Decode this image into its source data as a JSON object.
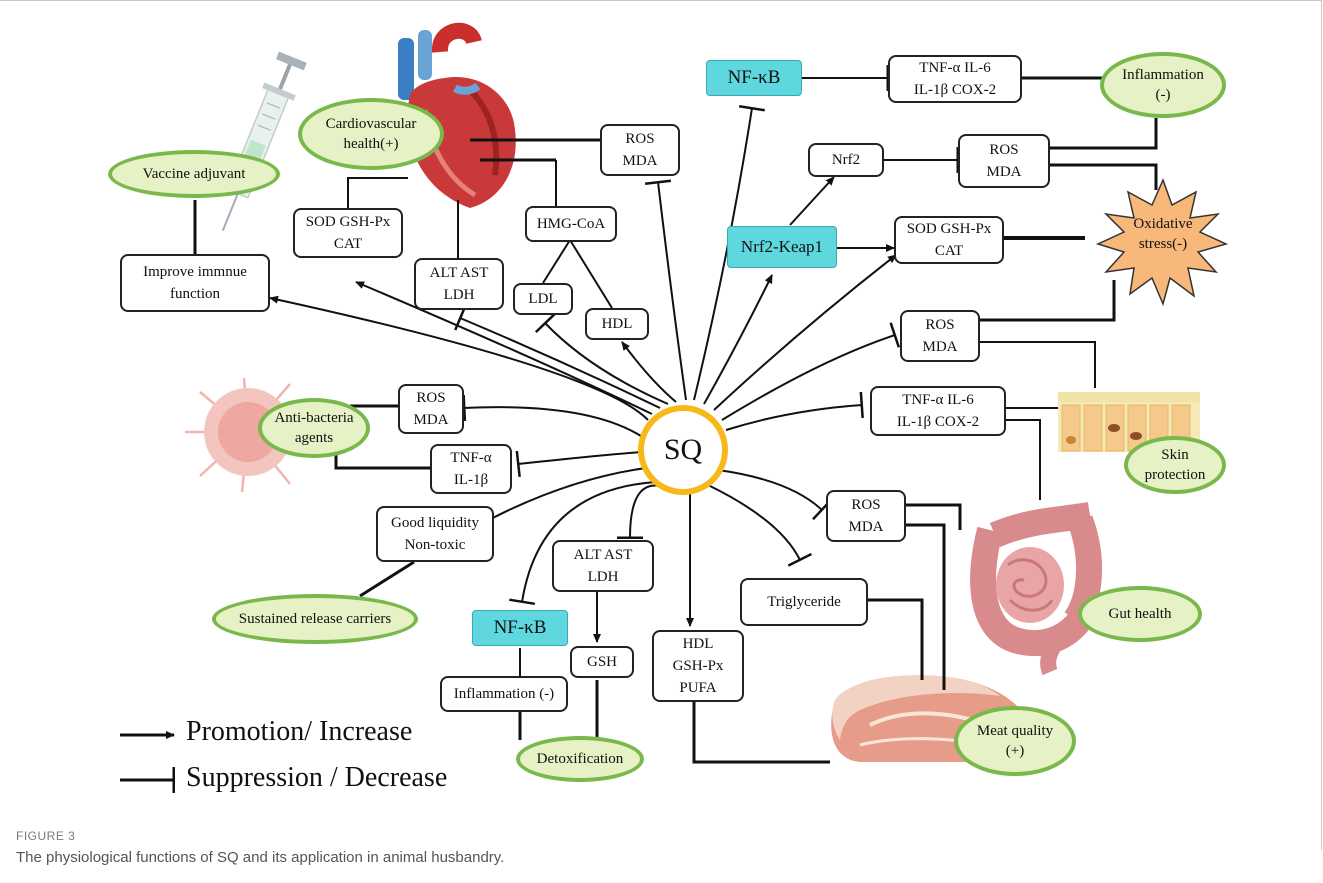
{
  "center": "SQ",
  "boxes": {
    "nfkb_top": "NF-κB",
    "tnf_top_line1": "TNF-α    IL-6",
    "tnf_top_line2": "IL-1β    COX-2",
    "ros_top": [
      "ROS",
      "MDA"
    ],
    "nrf2": "Nrf2",
    "ros_right": [
      "ROS",
      "MDA"
    ],
    "nrf2_keap1": "Nrf2-Keap1",
    "sod_right": [
      "SOD GSH-Px",
      "CAT"
    ],
    "ros_mid_right": [
      "ROS",
      "MDA"
    ],
    "tnf_mid_line1": "TNF-α    IL-6",
    "tnf_mid_line2": "IL-1β    COX-2",
    "hmg": "HMG-CoA",
    "sod_left": [
      "SOD GSH-Px",
      "CAT"
    ],
    "alt_top": [
      "ALT AST",
      "LDH"
    ],
    "ldl": "LDL",
    "hdl": "HDL",
    "improve": [
      "Improve immnue",
      "function"
    ],
    "ros_left": [
      "ROS",
      "MDA"
    ],
    "tnf_left": [
      "TNF-α",
      "IL-1β"
    ],
    "good": [
      "Good liquidity",
      "Non-toxic"
    ],
    "alt_bottom": [
      "ALT AST",
      "LDH"
    ],
    "gsh": "GSH",
    "nfkb_bottom": "NF-κB",
    "inflam_box": "Inflammation (-)",
    "hdl_bottom": [
      "HDL",
      "GSH-Px",
      "PUFA"
    ],
    "ros_bottom": [
      "ROS",
      "MDA"
    ],
    "triglyceride": "Triglyceride"
  },
  "outcomes": {
    "cardio": [
      "Cardiovascular",
      "health(+)"
    ],
    "vaccine": "Vaccine adjuvant",
    "inflammation": [
      "Inflammation",
      "(-)"
    ],
    "oxidative": [
      "Oxidative",
      "stress(-)"
    ],
    "antibacteria": [
      "Anti-bacteria",
      "agents"
    ],
    "skin": [
      "Skin",
      "protection"
    ],
    "sustained": "Sustained release carriers",
    "gut": "Gut health",
    "detox": "Detoxification",
    "meat": [
      "Meat quality",
      "(+)"
    ]
  },
  "legend": {
    "promotion": "Promotion/ Increase",
    "suppression": "Suppression / Decrease"
  },
  "figure_label": "FIGURE 3",
  "caption": "The physiological functions of SQ and its application in animal husbandry.",
  "colors": {
    "outcome_fill": "#e6f1c6",
    "outcome_border": "#79b84a",
    "nfkb_fill": "#5ed7de",
    "sq_ring": "#f7b81a",
    "burst_fill": "#f8b87a"
  }
}
